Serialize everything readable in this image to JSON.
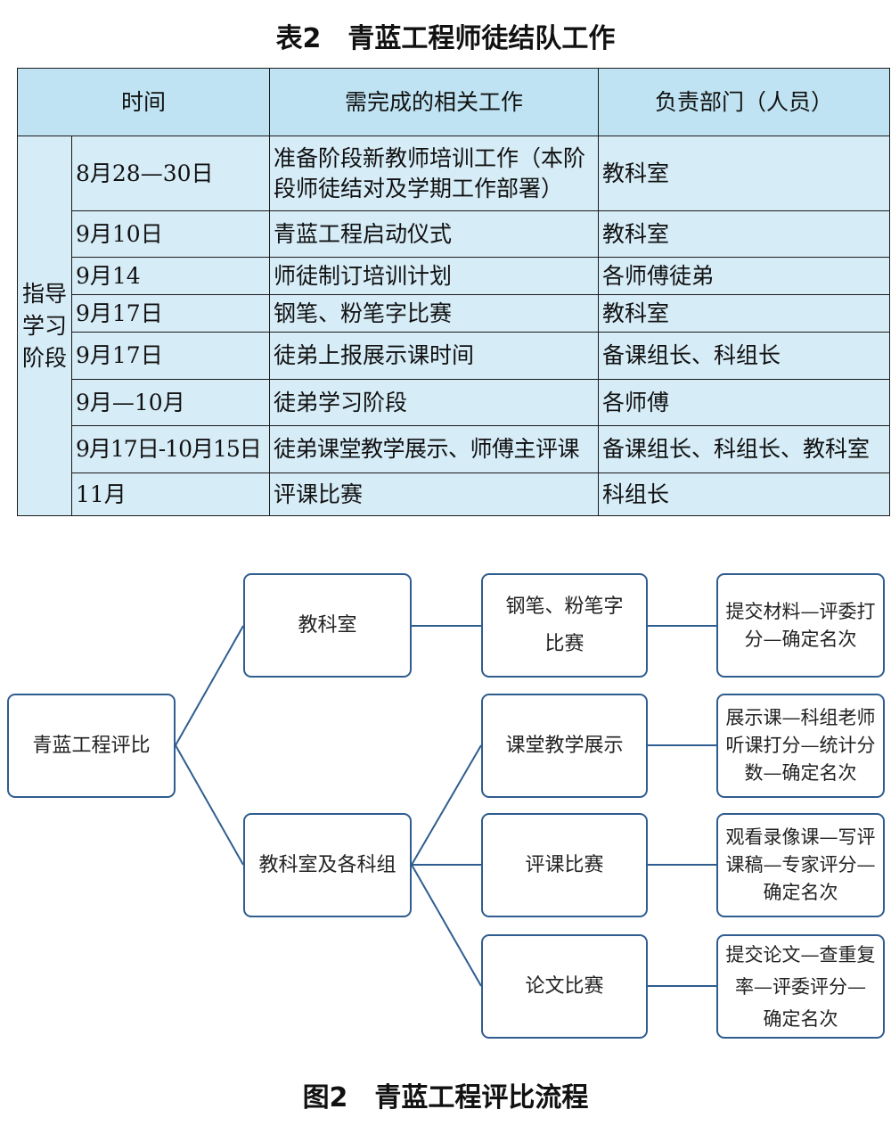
{
  "table_title": "表2　青蓝工程师徒结队工作",
  "table": {
    "headers": [
      "时间",
      "需完成的相关工作",
      "负责部门（人员）"
    ],
    "stage_label": "指导\n学习\n阶段",
    "rows": [
      {
        "time": "8月28—30日",
        "work": "准备阶段新教师培训工作（本阶段师徒结对及学期工作部署）",
        "dept": "教科室"
      },
      {
        "time": "9月10日",
        "work": "青蓝工程启动仪式",
        "dept": "教科室"
      },
      {
        "time": "9月14",
        "work": "师徒制订培训计划",
        "dept": "各师傅徒弟"
      },
      {
        "time": "9月17日",
        "work": "钢笔、粉笔字比赛",
        "dept": "教科室"
      },
      {
        "time": "9月17日",
        "work": "徒弟上报展示课时间",
        "dept": "备课组长、科组长"
      },
      {
        "time": "9月—10月",
        "work": "徒弟学习阶段",
        "dept": "各师傅"
      },
      {
        "time": "9月17日-10月15日",
        "work": "徒弟课堂教学展示、师傅主评课",
        "dept": "备课组长、科组长、教科室"
      },
      {
        "time": "11月",
        "work": "评课比赛",
        "dept": "科组长"
      }
    ]
  },
  "flow": {
    "root": "青蓝工程评比",
    "dept1": "教科室",
    "dept2": "教科室及各科组",
    "event1": "钢笔、粉笔字\n比赛",
    "event2": "课堂教学展示",
    "event3": "评课比赛",
    "event4": "论文比赛",
    "result1": "提交材料—评委打\n分—确定名次",
    "result2": "展示课—科组老师\n听课打分—统计分\n数—确定名次",
    "result3": "观看录像课—写评\n课稿—专家评分—\n确定名次",
    "result4": "提交论文—查重复\n率—评委评分—\n确定名次"
  },
  "figure_title": "图2　青蓝工程评比流程",
  "colors": {
    "header_bg": "#bfe3f2",
    "cell_bg": "#d6ecf7",
    "connector": "#2f5d8f"
  }
}
